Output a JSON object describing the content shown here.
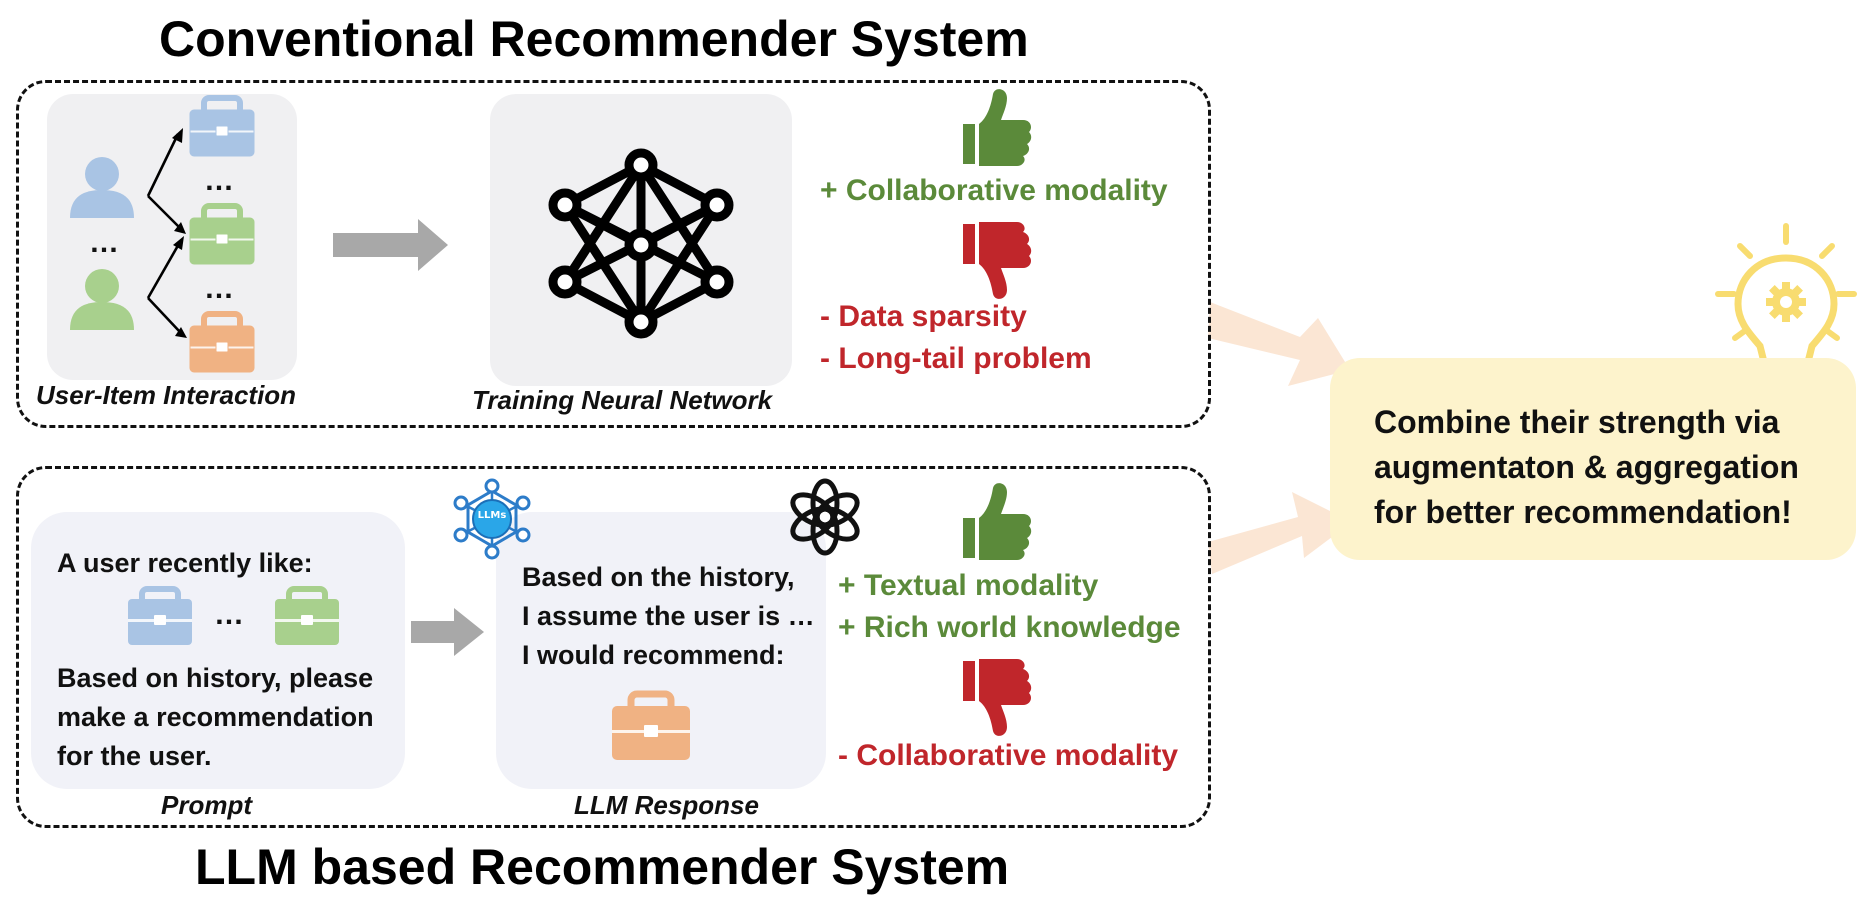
{
  "titles": {
    "top": "Conventional Recommender System",
    "bottom": "LLM based Recommender System"
  },
  "conventional": {
    "interaction_caption": "User-Item Interaction",
    "network_caption": "Training Neural Network",
    "ellipsis": "…",
    "pros": [
      "+ Collaborative modality"
    ],
    "cons": [
      "- Data sparsity",
      "- Long-tail problem"
    ]
  },
  "llm": {
    "badge_text": "LLMs",
    "prompt": {
      "line1": "A user recently like:",
      "ellipsis": "…",
      "body": "Based on history, please make a recommendation for the user.",
      "caption": "Prompt"
    },
    "response": {
      "line1": "Based on the history,",
      "line2": "I assume the user is …",
      "line3": "I would recommend:",
      "caption": "LLM Response"
    },
    "pros": [
      "+ Textual modality",
      "+ Rich world knowledge"
    ],
    "cons": [
      "- Collaborative modality"
    ]
  },
  "combine": {
    "line1": "Combine their strength via",
    "line2": "augmentaton & aggregation",
    "line3": "for better recommendation!"
  },
  "colors": {
    "pro_green": "#5b8a3a",
    "con_red": "#c0262b",
    "user_blue": "#a9c4e4",
    "user_green": "#a8d08d",
    "item_orange": "#f0b283",
    "bulb_yellow": "#f8dc70",
    "bulb_box": "#fdf3cc"
  },
  "icons": [
    "user-icon",
    "briefcase-icon",
    "neural-network-icon",
    "thumbs-up-icon",
    "thumbs-down-icon",
    "llm-badge-icon",
    "openai-logo-icon",
    "lightbulb-gear-icon",
    "arrow-icon"
  ]
}
